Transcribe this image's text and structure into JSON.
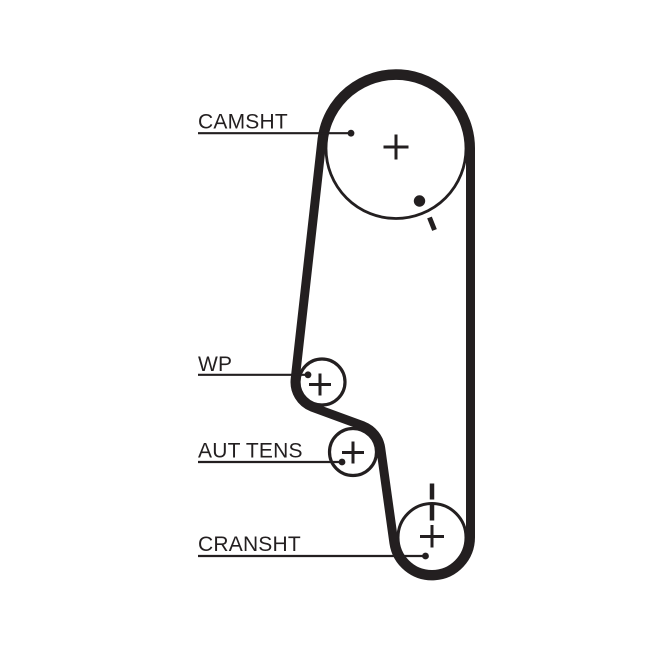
{
  "diagram": {
    "ink_color": "#231f20",
    "background_color": "#ffffff",
    "labels": {
      "camshaft": "CAMSHT",
      "water_pump": "WP",
      "tensioner": "AUT TENS",
      "crankshaft": "CRANSHT"
    },
    "marks": {
      "camshaft_center": "plus-cross-icon",
      "water_pump_center": "plus-cross-icon",
      "tensioner_center": "plus-cross-icon",
      "crankshaft_center": "plus-cross-icon",
      "camshaft_timing": "dot-and-tick-icon",
      "crankshaft_timing": "vertical-dashed-mark-icon"
    }
  }
}
